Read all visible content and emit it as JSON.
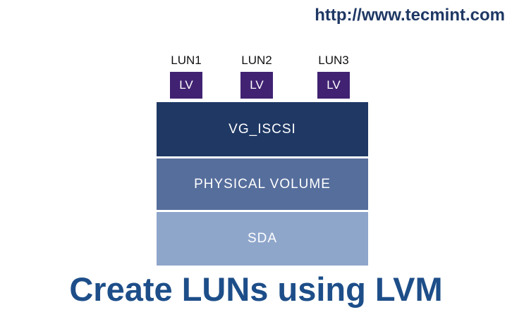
{
  "header": {
    "url": "http://www.tecmint.com"
  },
  "diagram": {
    "luns": [
      {
        "label": "LUN1",
        "lv_label": "LV"
      },
      {
        "label": "LUN2",
        "lv_label": "LV"
      },
      {
        "label": "LUN3",
        "lv_label": "LV"
      }
    ],
    "layers": [
      {
        "label": "VG_ISCSI"
      },
      {
        "label": "PHYSICAL VOLUME"
      },
      {
        "label": "SDA"
      }
    ]
  },
  "footer": {
    "title": "Create LUNs using LVM"
  },
  "colors": {
    "url_text": "#1f3864",
    "lv_box": "#412272",
    "vg_layer": "#1f3864",
    "pv_layer": "#566e9c",
    "sda_layer": "#8fa6cb",
    "title_text": "#1d4e89",
    "lun_label_text": "#111111",
    "background": "#ffffff"
  }
}
